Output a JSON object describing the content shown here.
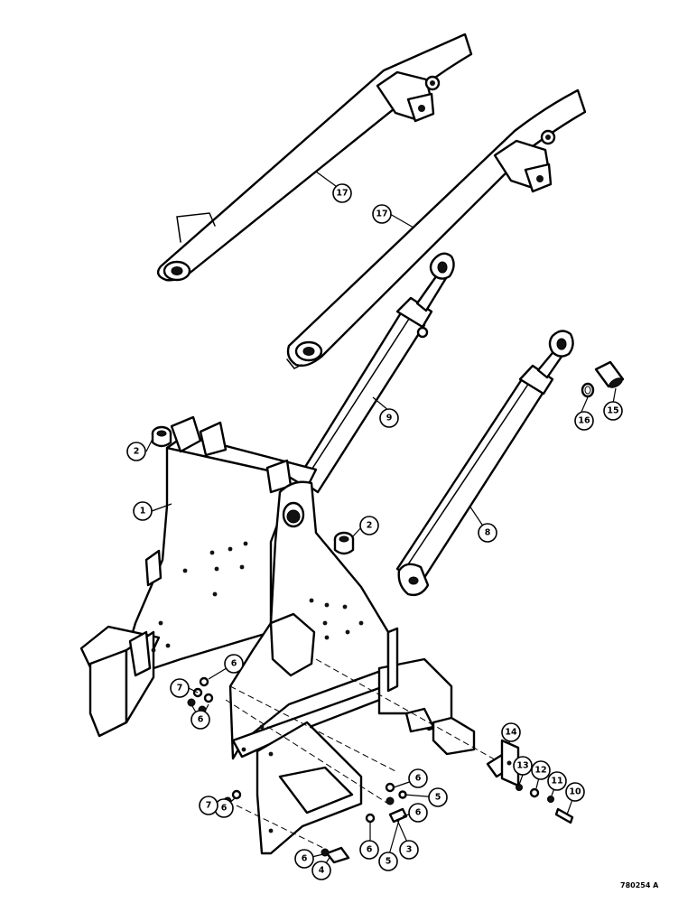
{
  "callouts": [
    "1",
    "2",
    "3",
    "4",
    "5",
    "6",
    "7",
    "8",
    "9",
    "10",
    "11",
    "12",
    "13",
    "14",
    "15",
    "16",
    "17"
  ],
  "drawing_number": "780254 A"
}
